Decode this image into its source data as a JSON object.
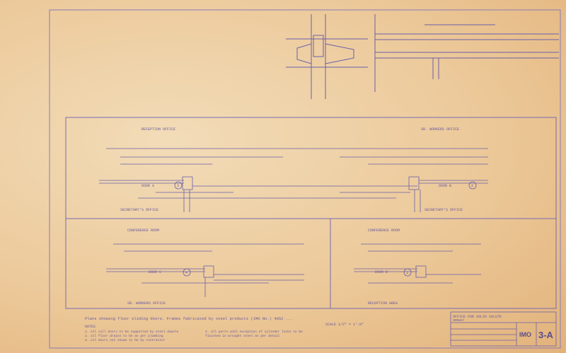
{
  "sheet": {
    "sheet_number": "3-A",
    "sheet_prefix": "IMO",
    "title_block_line1": "OFFICE FOR SOLID SOLUTE",
    "title_block_line2": "NORWAY"
  },
  "bands": {
    "upper_left_title": "RECEPTION OFFICE",
    "upper_right_title": "SR. WORKERS OFFICE",
    "upper_left_sub": "SECRETARY'S OFFICE",
    "upper_right_sub": "SECRETARY'S OFFICE",
    "lower_left_title": "CONFERENCE ROOM",
    "lower_left_sub": "SR. WORKERS OFFICE",
    "lower_right_title": "CONFERENCE ROOM",
    "lower_right_sub": "RECEPTION AREA"
  },
  "labels": {
    "door_a": "DOOR A",
    "door_b": "DOOR B",
    "door_c": "DOOR C",
    "door_d": "DOOR D",
    "door_a_num": "3",
    "door_b_num": "2",
    "door_c_num": "4",
    "door_d_num": "1"
  },
  "notes": {
    "header": "NOTES",
    "caption": "Plans showing floor sliding doors. Frames fabricated by steel products (IMO No.) 4052 ...",
    "scale": "SCALE 1/2\" = 1'-0\"",
    "note1": "1. all sill doors to be supported by steel dowels",
    "note2": "2. all floor drains to be as per plumbing",
    "note3": "3. all doors not shown to be by contractor",
    "note4": "4. all parts with exception of cylinder locks to be",
    "note5": "finished in wrought steel as per detail"
  }
}
